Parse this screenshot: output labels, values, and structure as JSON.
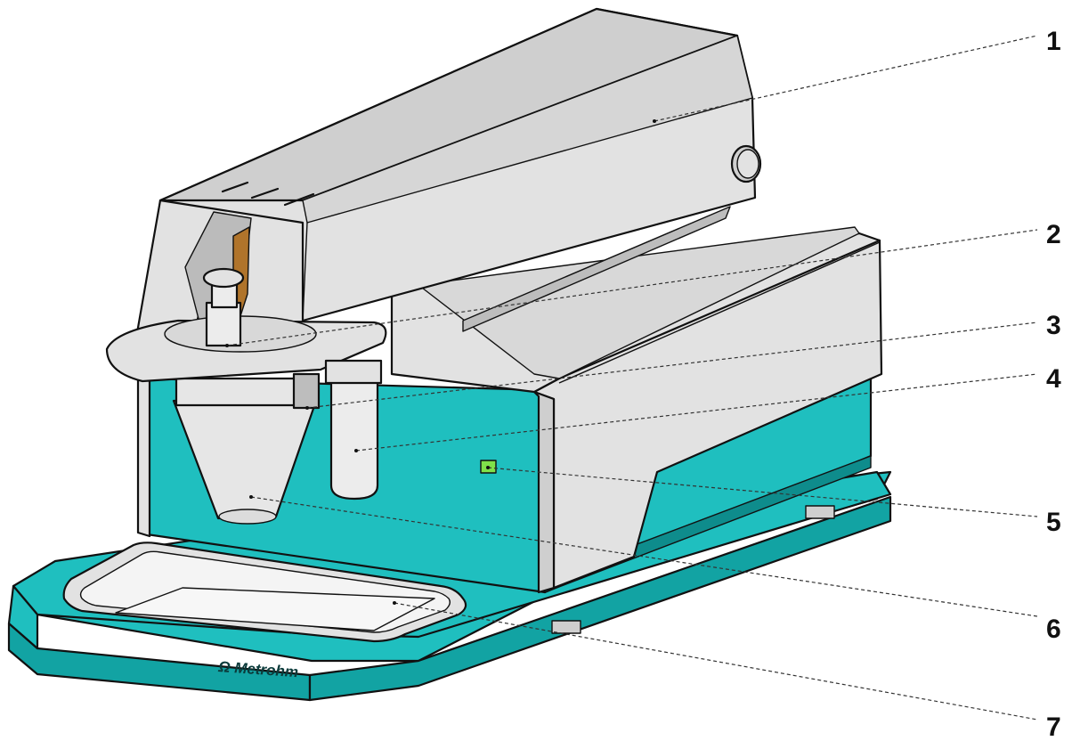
{
  "diagram": {
    "colors": {
      "teal": "#1fbfbf",
      "teal_dark": "#12a3a3",
      "housing": "#e2e2e2",
      "housing_dark": "#cfcfcf",
      "tray_inner": "#f4f4f4",
      "led": "#7fe14a",
      "wood": "#b0742b",
      "outline": "#111111"
    },
    "brand_logo_text": "Ω Metrohm",
    "callouts": [
      {
        "number": "1"
      },
      {
        "number": "2"
      },
      {
        "number": "3"
      },
      {
        "number": "4"
      },
      {
        "number": "5"
      },
      {
        "number": "6"
      },
      {
        "number": "7"
      }
    ]
  }
}
